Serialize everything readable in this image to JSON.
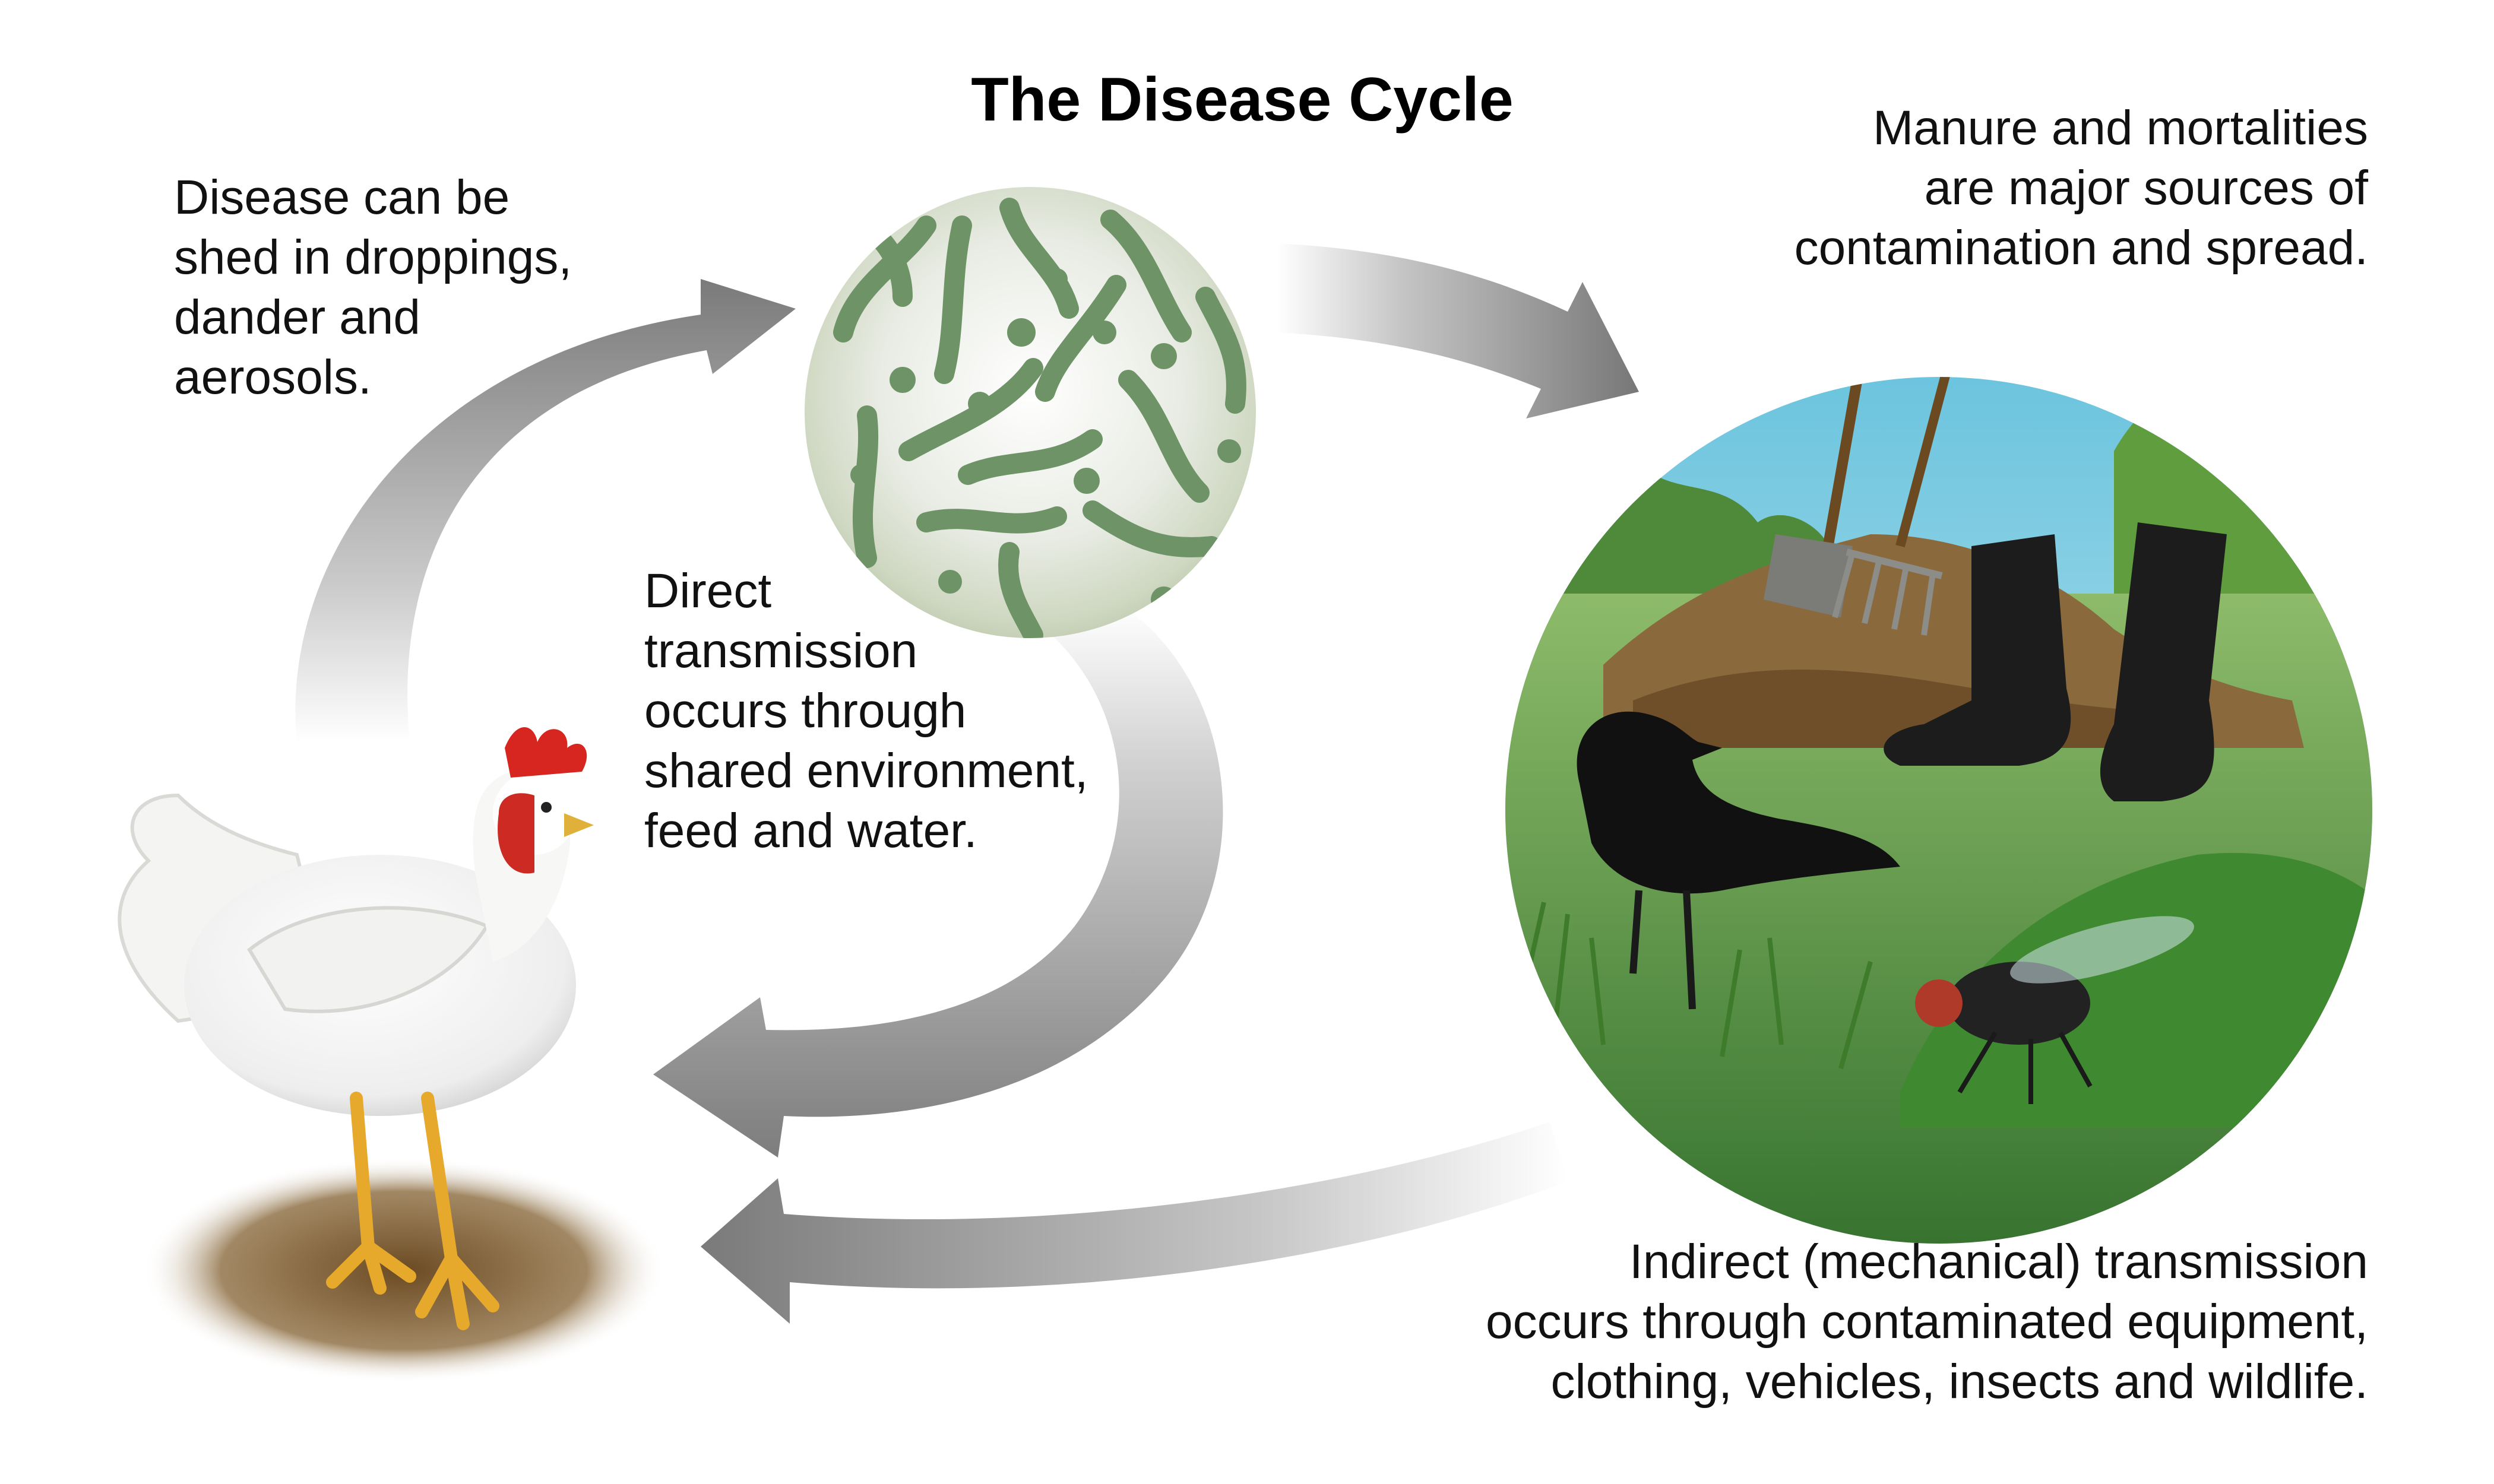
{
  "title": "The Disease Cycle",
  "labels": {
    "shedding": [
      "Disease can be",
      "shed in droppings,",
      "dander and",
      "aerosols."
    ],
    "direct": [
      "Direct",
      "transmission",
      "occurs through",
      "shared environment,",
      "feed and water."
    ],
    "manure": [
      "Manure and mortalities",
      "are major sources of",
      "contamination and spread."
    ],
    "indirect": [
      "Indirect (mechanical) transmission",
      "occurs through contaminated equipment,",
      "clothing, vehicles, insects and wildlife."
    ]
  },
  "nodes": {
    "pathogen": "pathogen-micrograph",
    "environment": "contaminated-environment-scene",
    "host": "chicken"
  },
  "colors": {
    "arrow": "#7f7f7f",
    "pathogen": "#7fa57c",
    "grass": "#5f9a3e",
    "sky": "#a9dcec",
    "comb": "#d7261f",
    "soil": "#7a5a33"
  }
}
